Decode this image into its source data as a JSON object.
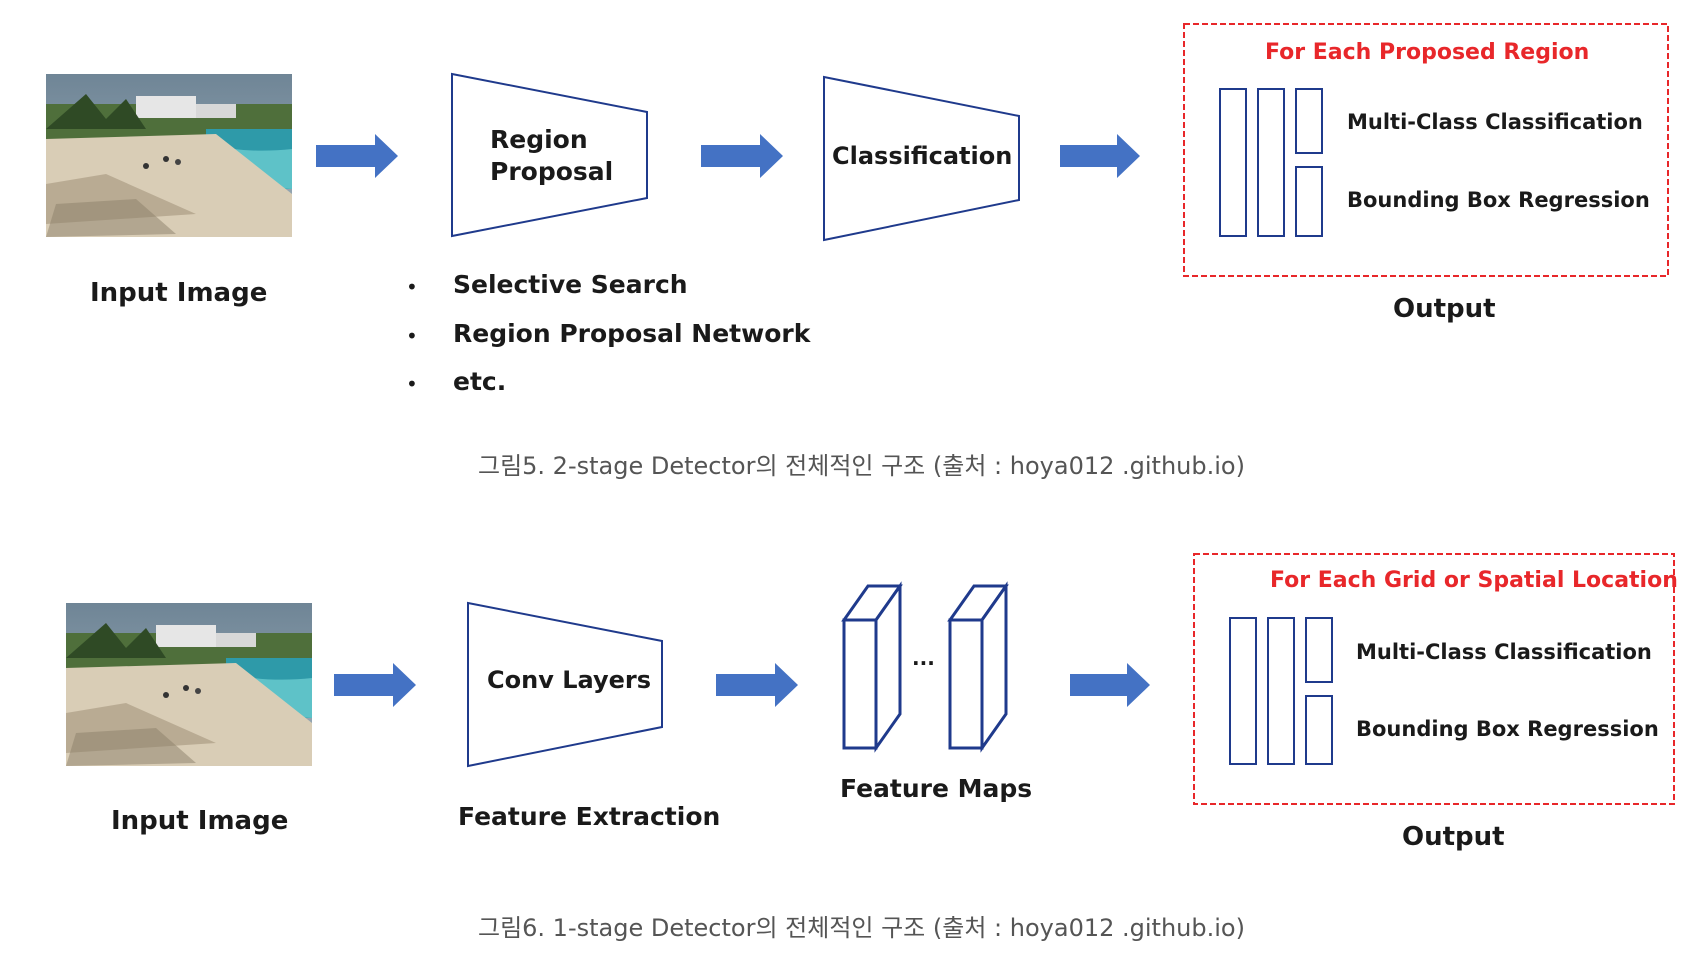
{
  "colors": {
    "arrow": "#4472c4",
    "output_border": "#e8272a",
    "output_title": "#e8272a",
    "block_stroke": "#1f3a8c",
    "caption_text": "#555555"
  },
  "figure5": {
    "input_label": "Input Image",
    "region_proposal_lines": [
      "Region",
      "Proposal"
    ],
    "classification_label": "Classification",
    "bullets": [
      "Selective Search",
      "Region Proposal Network",
      "etc."
    ],
    "output_box": {
      "title": "For Each Proposed Region",
      "items": [
        "Multi-Class Classification",
        "Bounding Box Regression"
      ]
    },
    "output_label": "Output",
    "caption": "그림5. 2-stage Detector의 전체적인 구조 (출처 : hoya012 .github.io)"
  },
  "figure6": {
    "input_label": "Input Image",
    "conv_label": "Conv Layers",
    "feature_extraction_label": "Feature Extraction",
    "ellipsis": "...",
    "feature_maps_label": "Feature Maps",
    "output_box": {
      "title": "For Each Grid or Spatial Location",
      "items": [
        "Multi-Class Classification",
        "Bounding Box Regression"
      ]
    },
    "output_label": "Output",
    "caption": "그림6. 1-stage Detector의 전체적인 구조 (출처 : hoya012 .github.io)"
  }
}
